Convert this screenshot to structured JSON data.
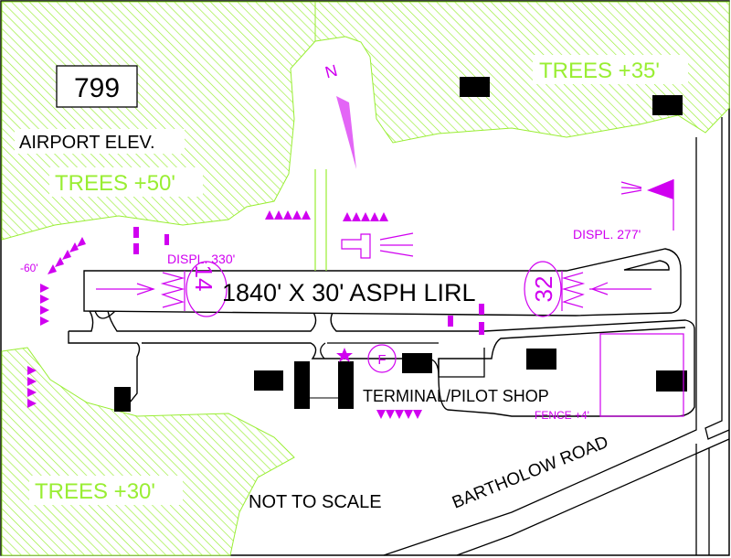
{
  "elevation": {
    "value": "799",
    "label": "AIRPORT ELEV."
  },
  "trees": {
    "nw": "TREES +50'",
    "ne": "TREES +35'",
    "sw": "TREES +30'"
  },
  "runway": {
    "label": "1840' X 30' ASPH LIRL",
    "end_west": "14",
    "end_east": "32",
    "displaced_west": "DISPL. 330'",
    "displaced_east": "DISPL. 277'"
  },
  "obstacle_note": "-60'",
  "north_label": "N",
  "fuel_label": "F",
  "terminal_label": "TERMINAL/PILOT SHOP",
  "fence_label": "FENCE +4'",
  "road_label": "BARTHOLOW ROAD",
  "scale_note": "NOT TO SCALE",
  "colors": {
    "trees": "#99ee33",
    "markings": "#d000f0",
    "ink": "#000000"
  }
}
